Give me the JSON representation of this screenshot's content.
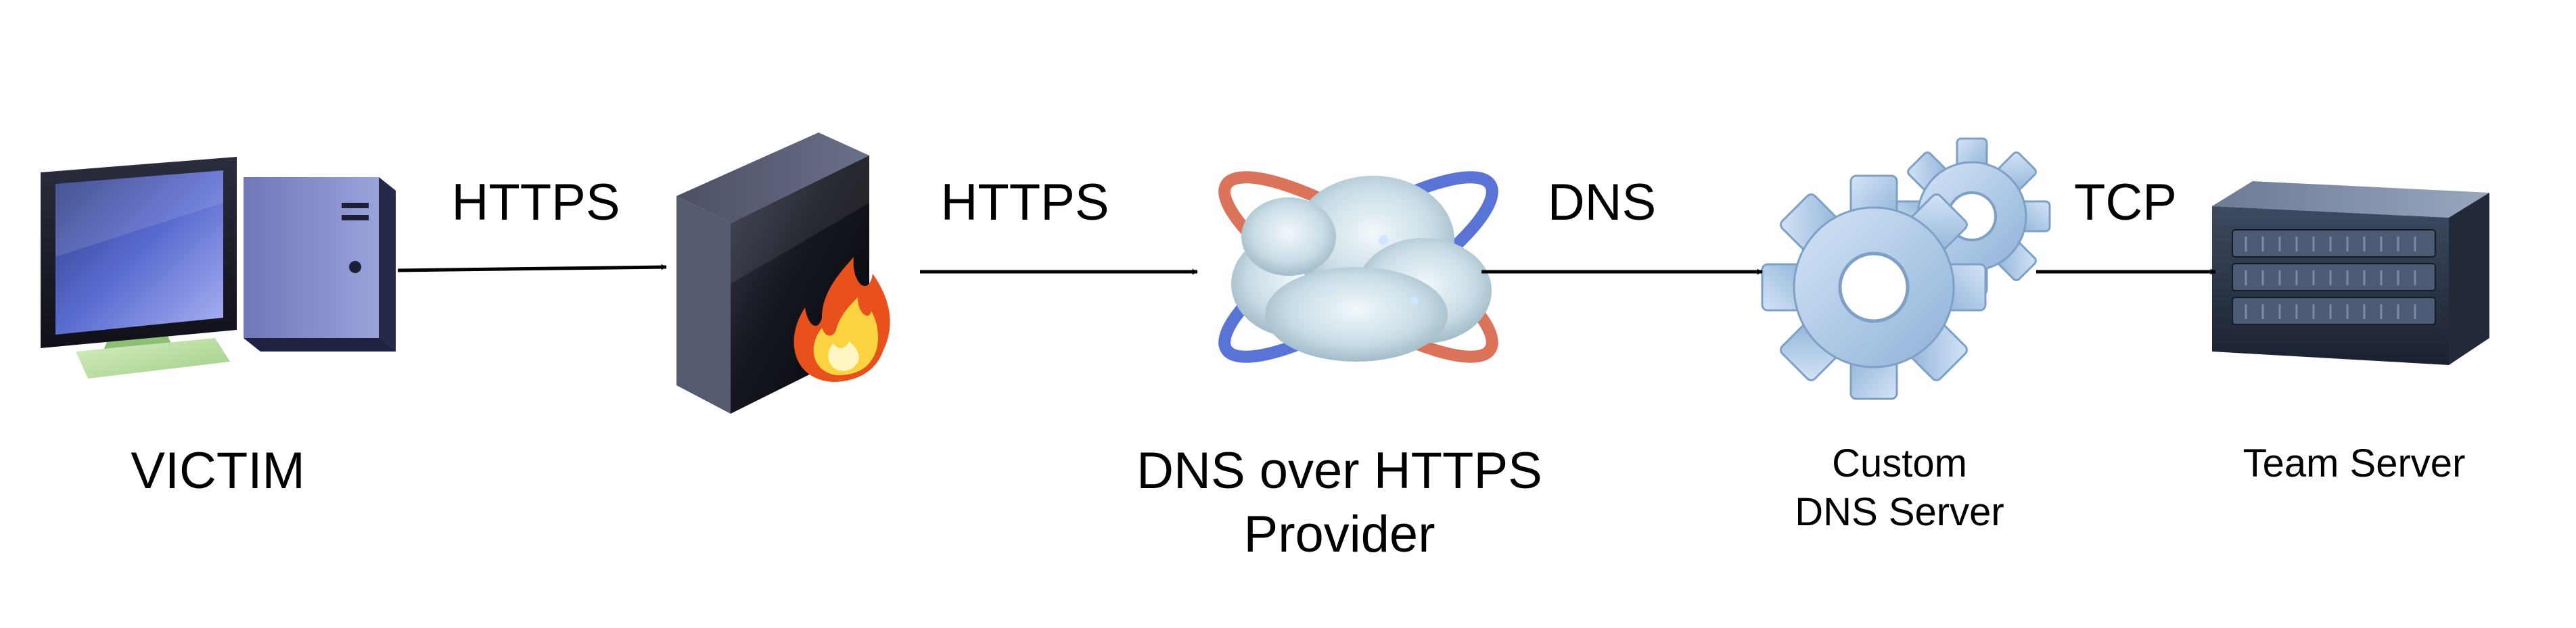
{
  "nodes": {
    "victim": {
      "label": "VICTIM",
      "icon": "desktop-computer-icon"
    },
    "firewall": {
      "label": "",
      "icon": "firewall-icon"
    },
    "doh_provider": {
      "label_lines": [
        "DNS over HTTPS",
        "Provider"
      ],
      "icon": "cloud-orbit-icon"
    },
    "custom_dns": {
      "label_lines": [
        "Custom",
        "DNS Server"
      ],
      "icon": "gears-icon"
    },
    "team_server": {
      "label": "Team Server",
      "icon": "rack-server-icon"
    }
  },
  "edges": [
    {
      "label": "HTTPS"
    },
    {
      "label": "HTTPS"
    },
    {
      "label": "DNS"
    },
    {
      "label": "TCP"
    }
  ],
  "colors": {
    "arrow": "#000000",
    "text": "#000000",
    "flame_outer": "#e8501c",
    "flame_inner": "#fbd341",
    "gear": "#a8c6e6",
    "orbit_red": "#d45a3c",
    "orbit_blue": "#3d5ad0"
  }
}
